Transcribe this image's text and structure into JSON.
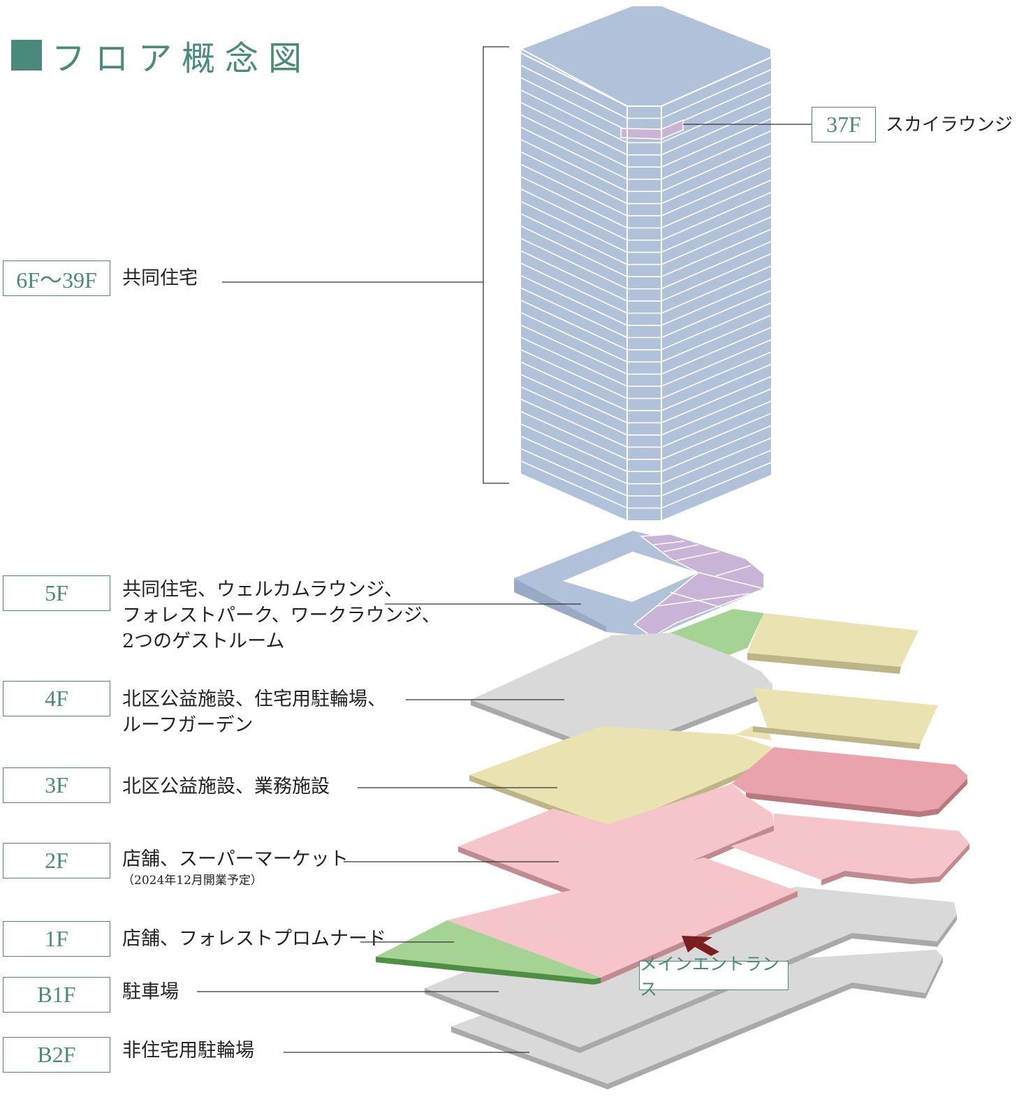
{
  "title": "フロア概念図",
  "floors": [
    {
      "key": "6f-39f",
      "badge": "6F〜39F",
      "lines": [
        "共同住宅"
      ]
    },
    {
      "key": "5f",
      "badge": "5F",
      "lines": [
        "共同住宅、ウェルカムラウンジ、",
        "フォレストパーク、ワークラウンジ、",
        "2つのゲストルーム"
      ]
    },
    {
      "key": "4f",
      "badge": "4F",
      "lines": [
        "北区公益施設、住宅用駐輪場、",
        "ルーフガーデン"
      ]
    },
    {
      "key": "3f",
      "badge": "3F",
      "lines": [
        "北区公益施設、業務施設"
      ]
    },
    {
      "key": "2f",
      "badge": "2F",
      "lines": [
        "店舗、スーパーマーケット"
      ],
      "note": "（2024年12月開業予定）"
    },
    {
      "key": "1f",
      "badge": "1F",
      "lines": [
        "店舗、フォレストプロムナード"
      ]
    },
    {
      "key": "b1f",
      "badge": "B1F",
      "lines": [
        "駐車場"
      ]
    },
    {
      "key": "b2f",
      "badge": "B2F",
      "lines": [
        "非住宅用駐輪場"
      ]
    }
  ],
  "sky_lounge": {
    "badge": "37F",
    "label": "スカイラウンジ"
  },
  "main_entrance": "メインエントランス",
  "colors": {
    "accent": "#4a8a7c",
    "residential": "#b2c1da",
    "lounge": "#c9b3d6",
    "green": "#a5d394",
    "cream": "#ebe2b1",
    "pink": "#f5c5c9",
    "rose": "#eaa2ad",
    "gray": "#d9d9d9",
    "arrow": "#7b1e22"
  }
}
